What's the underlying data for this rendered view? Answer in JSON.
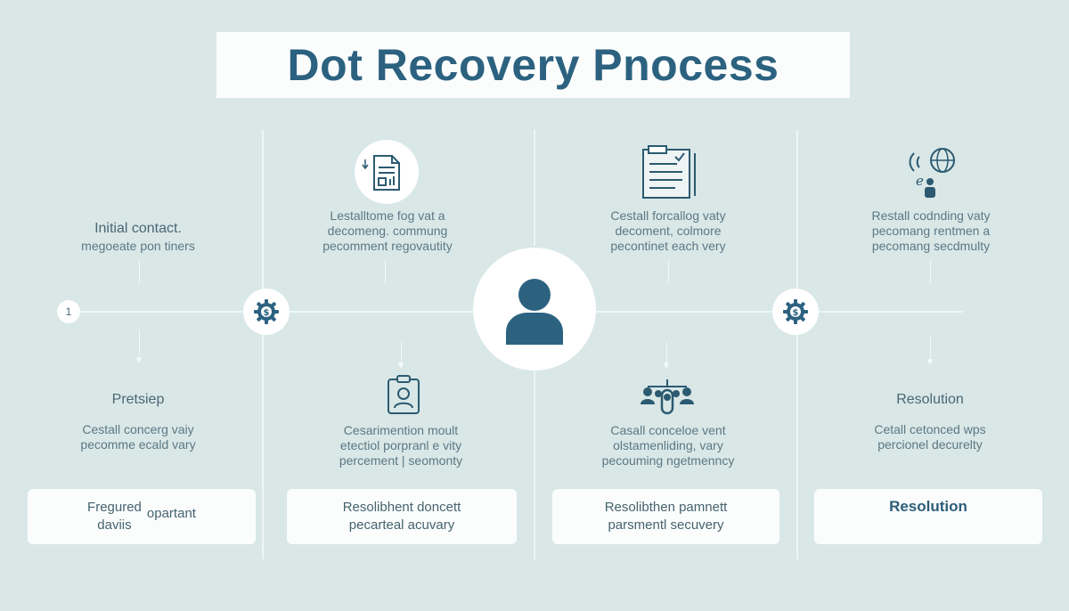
{
  "title": "Dot Recovery Pnocess",
  "colors": {
    "background": "#d9e7e7",
    "accent": "#2c6280",
    "panel": "#fbfdfd"
  },
  "timeline": {
    "start_marker": "1"
  },
  "top_steps": [
    {
      "icon": "document-chart-icon",
      "line1": "",
      "line2": ""
    },
    {
      "icon": "document-chart-icon",
      "line1": "Lestalltome fog vat a",
      "line2": "decomeng. commung",
      "line3": "pecomment regovautity"
    },
    {
      "icon": "checklist-icon",
      "line1": "Cestall forcallog vaty",
      "line2": "decoment, colmore",
      "line3": "pecontinet each very"
    },
    {
      "icon": "network-globe-icon",
      "line1": "Restall codnding vaty",
      "line2": "pecomang rentmen a",
      "line3": "pecomang secdmulty"
    }
  ],
  "initial_contact": {
    "line1": "Initial contact.",
    "line2": "megoeate  pon tiners"
  },
  "bottom_steps": [
    {
      "label": "Pretsiep",
      "line1": "Cestall concerg vaiy",
      "line2": "pecomme ecald vary"
    },
    {
      "line1": "Cesarimention moult",
      "line2": "etectiol porpranl e vity",
      "line3": "percement | seomonty"
    },
    {
      "line1": "Casall conceloe vent",
      "line2": "olstamenliding, vary",
      "line3": "pecouming ngetmenncy"
    },
    {
      "label": "Resolution",
      "line1": "Cetall cetonced wps",
      "line2": "percionel decurelty"
    }
  ],
  "cards": [
    {
      "line1a": "Fregured",
      "line1b": "opartant",
      "line2": "daviis"
    },
    {
      "line1": "Resolibhent doncett",
      "line2": "pecarteal acuvary"
    },
    {
      "line1": "Resolibthen pamnett",
      "line2": "parsmentl secuvery"
    },
    {
      "line1": "Resolution"
    }
  ]
}
